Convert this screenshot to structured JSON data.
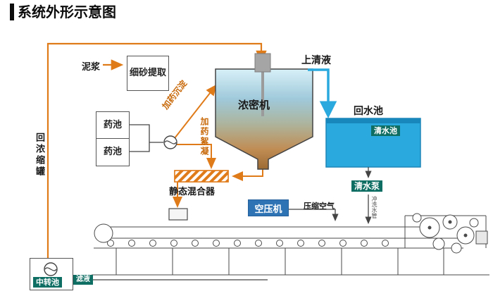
{
  "title": "系统外形示意图",
  "labels": {
    "slurry": "泥浆",
    "sand_extract": "细砂提取",
    "chem_tank_1": "药池",
    "chem_tank_2": "药池",
    "dosing_sediment": "加药沉淀",
    "dosing_floc": "加药絮凝",
    "thickener": "浓密机",
    "supernatant": "上清液",
    "return_pool": "回水池",
    "clean_pool": "清水池",
    "clean_pump": "清水泵",
    "static_mixer": "静态混合器",
    "air_compressor": "空压机",
    "compressed_air": "压缩空气",
    "flush_pipe": "冲洗水管",
    "return_tank": "回浓缩罐",
    "transfer_pool": "中转池",
    "filtrate": "滤液"
  },
  "colors": {
    "pipe_orange": "#E07B1A",
    "water_blue": "#2AA9DE",
    "label_teal": "#0E6E63",
    "compressor_blue": "#2E74B5",
    "tank_top": "#D8F0F8",
    "tank_bottom": "#9C6B33"
  }
}
